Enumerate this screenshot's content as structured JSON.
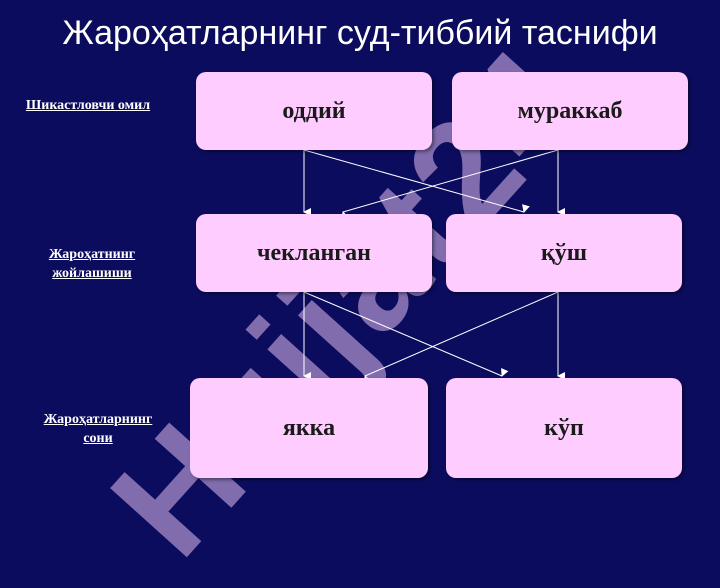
{
  "title": "Жароҳатларнинг суд-тиббий таснифи",
  "watermark": "Huijat24",
  "labels": {
    "row1": "Шикастловчи омил",
    "row2_line1": "Жароҳатнинг",
    "row2_line2": "жойлашиши",
    "row3_line1": "Жароҳатларнинг",
    "row3_line2": "сони"
  },
  "boxes": {
    "simple": "оддий",
    "complex": "мураккаб",
    "limited": "чекланган",
    "double": "қўш",
    "single": "якка",
    "multiple": "кўп"
  },
  "colors": {
    "background": "#0c0c5e",
    "box": "#ffccff",
    "line": "#ffffff"
  }
}
